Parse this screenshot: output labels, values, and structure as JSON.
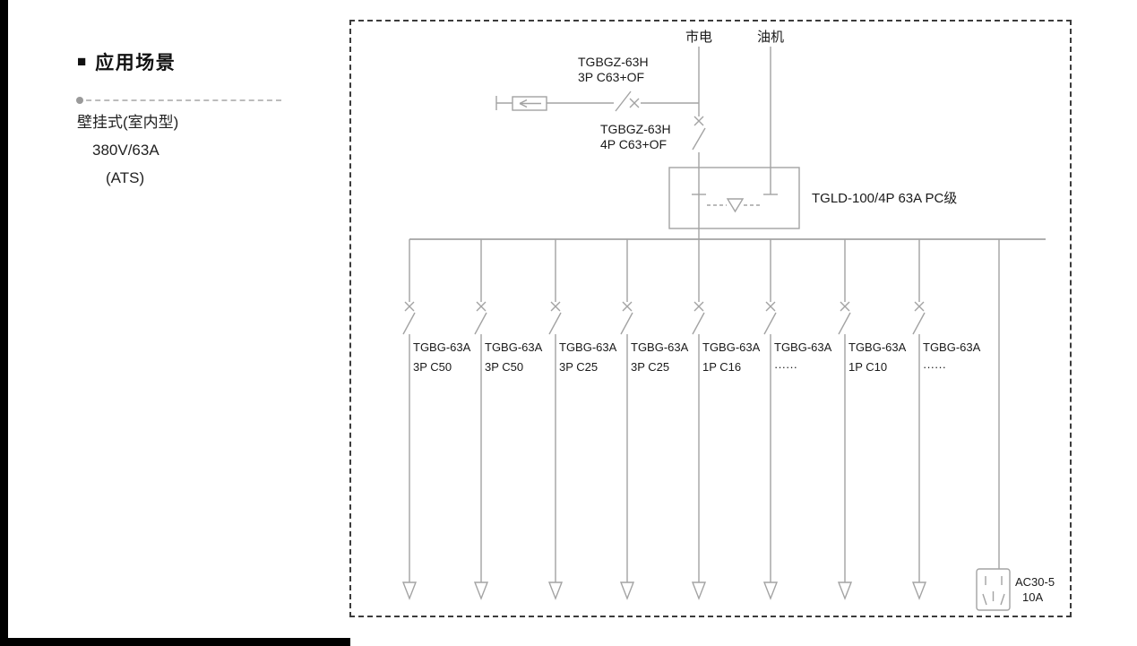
{
  "left_panel": {
    "marker": "■",
    "title": "应用场景",
    "specs": [
      "壁挂式(室内型)",
      "380V/63A",
      "(ATS)"
    ]
  },
  "diagram": {
    "source_mains": "市电",
    "source_gen": "油机",
    "breaker3p": {
      "model": "TGBGZ-63H",
      "spec": "3P C63+OF"
    },
    "breaker4p": {
      "model": "TGBGZ-63H",
      "spec": "4P C63+OF"
    },
    "ats_label": "TGLD-100/4P 63A PC级",
    "feeders": [
      {
        "model": "TGBG-63A",
        "spec": "3P C50"
      },
      {
        "model": "TGBG-63A",
        "spec": "3P C50"
      },
      {
        "model": "TGBG-63A",
        "spec": "3P C25"
      },
      {
        "model": "TGBG-63A",
        "spec": "3P C25"
      },
      {
        "model": "TGBG-63A",
        "spec": "1P C16"
      },
      {
        "model": "TGBG-63A",
        "spec": "······"
      },
      {
        "model": "TGBG-63A",
        "spec": "1P C10"
      },
      {
        "model": "TGBG-63A",
        "spec": "······"
      }
    ],
    "socket": {
      "line1": "AC30-5",
      "line2": "10A"
    }
  },
  "colors": {
    "line": "#a3a3a3",
    "text": "#1a1a1a",
    "border": "#3c3c3c"
  }
}
